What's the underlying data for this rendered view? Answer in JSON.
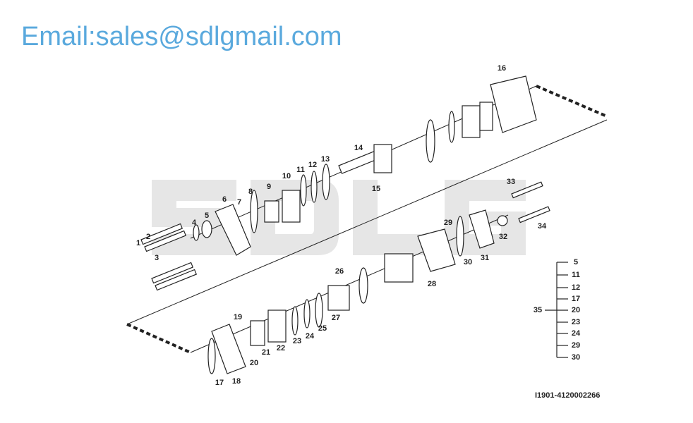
{
  "watermark_logo": "SDLG",
  "watermark_email": "Email:sales@sdlgmail.com",
  "part_code": "I1901-4120002266",
  "callouts": [
    "1",
    "2",
    "3",
    "4",
    "5",
    "6",
    "7",
    "8",
    "9",
    "10",
    "11",
    "12",
    "13",
    "14",
    "15",
    "16",
    "17",
    "18",
    "19",
    "20",
    "21",
    "22",
    "23",
    "24",
    "25",
    "26",
    "27",
    "28",
    "29",
    "30",
    "31",
    "32",
    "33",
    "34"
  ],
  "kit": {
    "label": "35",
    "items": [
      "5",
      "11",
      "12",
      "17",
      "20",
      "23",
      "24",
      "29",
      "30"
    ]
  },
  "colors": {
    "line": "#222222",
    "watermark_blue": "#5aa9dd",
    "logo_gray": "#e4e4e4"
  }
}
